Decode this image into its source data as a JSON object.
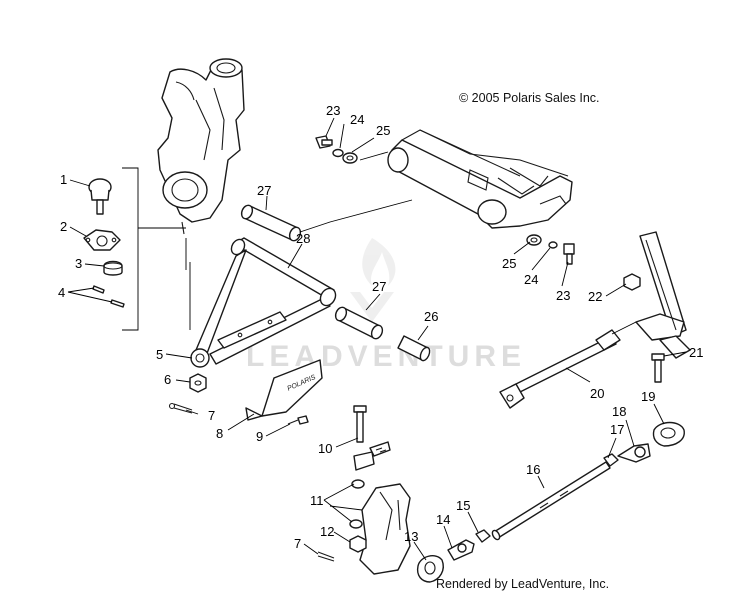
{
  "copyright": "© 2005 Polaris Sales Inc.",
  "rendered_by": "Rendered by LeadVenture, Inc.",
  "watermark": "LEADVENTURE",
  "skid_plate_text": "POLARIS",
  "callouts": {
    "c1": "1",
    "c2": "2",
    "c3": "3",
    "c4": "4",
    "c5": "5",
    "c6": "6",
    "c7a": "7",
    "c7b": "7",
    "c8": "8",
    "c9": "9",
    "c10": "10",
    "c11": "11",
    "c12": "12",
    "c13": "13",
    "c14": "14",
    "c15": "15",
    "c16": "16",
    "c17": "17",
    "c18": "18",
    "c19": "19",
    "c20": "20",
    "c21": "21",
    "c22": "22",
    "c23a": "23",
    "c23b": "23",
    "c24a": "24",
    "c24b": "24",
    "c25a": "25",
    "c25b": "25",
    "c26": "26",
    "c27a": "27",
    "c27b": "27",
    "c28": "28"
  }
}
